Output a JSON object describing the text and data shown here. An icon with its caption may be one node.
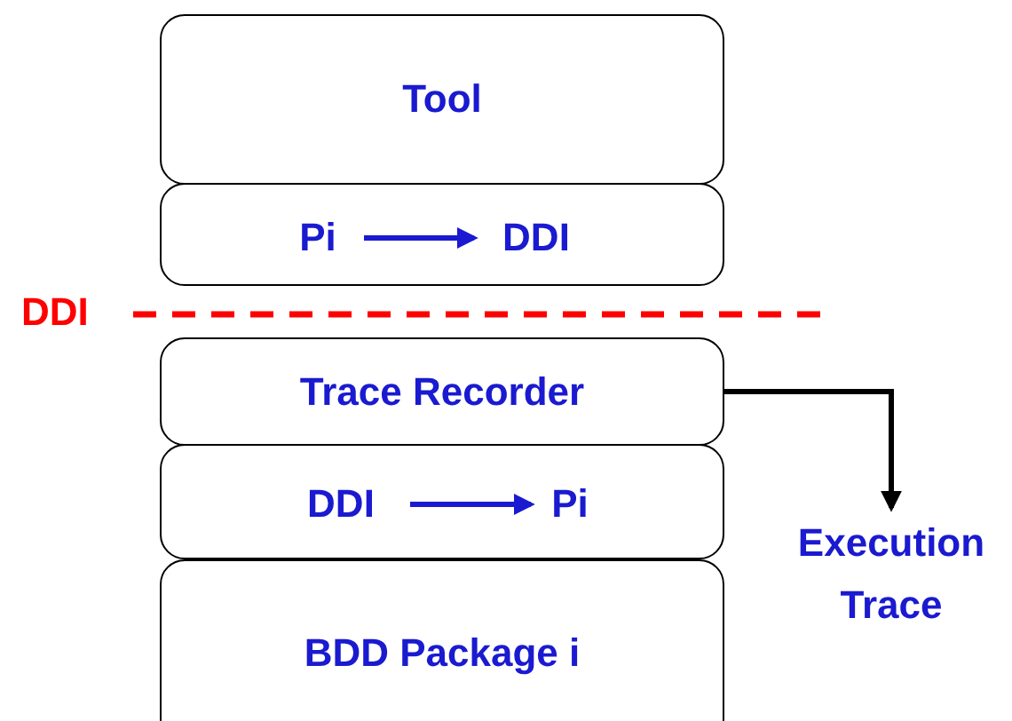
{
  "diagram": {
    "nodes": [
      {
        "text": [
          "Tool"
        ]
      },
      {
        "text": [],
        "shape": "box"
      },
      {
        "text": [
          "Pi"
        ],
        "in": 1
      },
      {
        "text": [
          "DDI"
        ],
        "in": 1
      },
      {
        "text": [
          "Trace Recorder"
        ]
      },
      {
        "text": [],
        "shape": "box"
      },
      {
        "text": [
          "DDI"
        ],
        "in": 5
      },
      {
        "text": [
          "Pi"
        ],
        "in": 5
      },
      {
        "text": [
          "BDD Package i"
        ]
      },
      {
        "text": [
          "Execution Trace"
        ]
      }
    ],
    "edges": [
      {
        "from": 2,
        "to": 3,
        "arrow": "to"
      },
      {
        "from": 6,
        "to": 7,
        "arrow": "to"
      },
      {
        "from": 4,
        "to": 9,
        "arrow": "to",
        "color": "#000000"
      }
    ],
    "labels": [
      "DDI"
    ]
  }
}
